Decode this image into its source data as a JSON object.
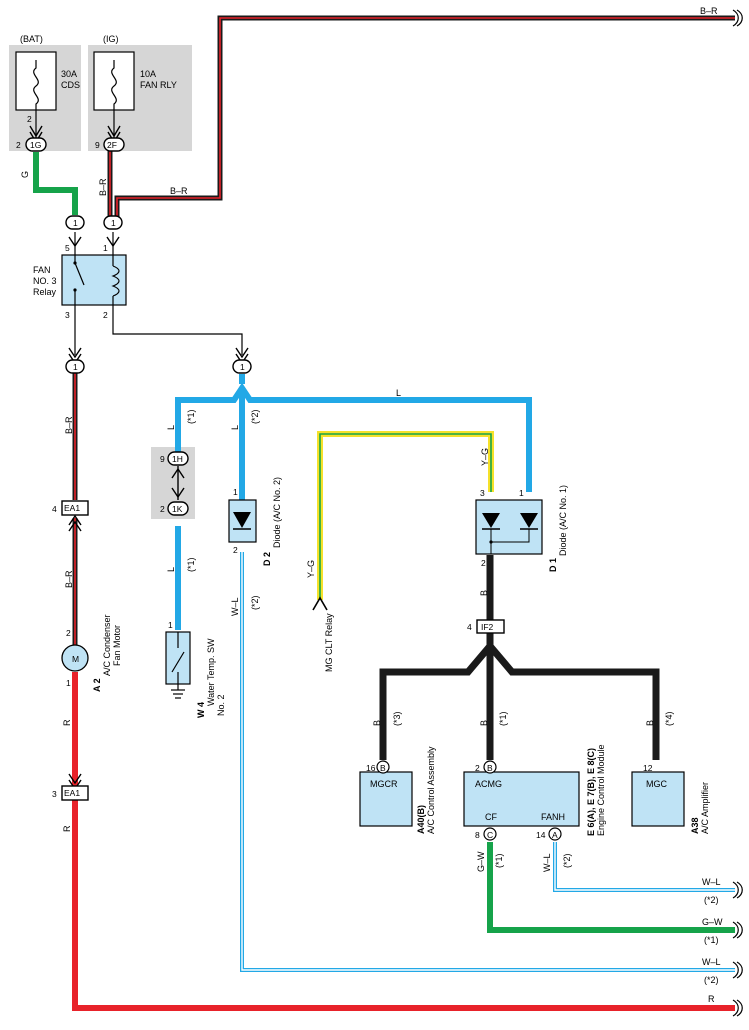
{
  "colors": {
    "black": "#1a1a1a",
    "red": "#e8222a",
    "green": "#16a34a",
    "blue": "#22a8e6",
    "yellow": "#f5e12a",
    "box_fill": "#bfe3f5",
    "shade": "#d6d6d6"
  },
  "power": {
    "bat_label": "(BAT)",
    "ig_label": "(IG)",
    "fuse_cds": "30A\nCDS",
    "fuse_cds_line1": "30A",
    "fuse_cds_line2": "CDS",
    "fuse_fan_line1": "10A",
    "fuse_fan_line2": "FAN RLY",
    "pin_cds_top": "2",
    "pin_cds_conn": "2",
    "conn_1g": "1G",
    "pin_fan_conn": "9",
    "conn_2f": "2F"
  },
  "wires": {
    "b_r": "B–R",
    "g": "G",
    "l": "L",
    "y_g": "Y–G",
    "b": "B",
    "r": "R",
    "w_l": "W–L",
    "g_w": "G–W"
  },
  "notes": {
    "n1": "(*1)",
    "n2": "(*2)",
    "n3": "(*3)",
    "n4": "(*4)"
  },
  "relay": {
    "name_line1": "FAN",
    "name_line2": "NO. 3",
    "name_line3": "Relay",
    "pin5": "5",
    "pin1": "1",
    "pin3": "3",
    "pin2": "2"
  },
  "connectors": {
    "one": "1",
    "ea1": "EA1",
    "pin4": "4",
    "pin3": "3",
    "c1h": "1H",
    "c1k": "1K",
    "pin9": "9",
    "pin2": "2",
    "if2": "IF2"
  },
  "motor": {
    "code": "A 2",
    "name_line1": "A/C Condenser",
    "name_line2": "Fan Motor",
    "symbol": "M",
    "pin2": "2",
    "pin1": "1"
  },
  "water_sw": {
    "code": "W 4",
    "name_line1": "Water Temp. SW",
    "name_line2": "No. 2",
    "pin1": "1"
  },
  "diode2": {
    "code": "D 2",
    "name": "Diode (A/C No. 2)",
    "pin1": "1",
    "pin2": "2"
  },
  "diode1": {
    "code": "D 1",
    "name": "Diode (A/C No. 1)",
    "pin3": "3",
    "pin1": "1",
    "pin2": "2"
  },
  "mg_clt": "MG CLT Relay",
  "ac_control": {
    "code": "A40(B)",
    "name": "A/C Control Assembly",
    "pin": "16",
    "pin_letter": "B",
    "terminal": "MGCR"
  },
  "ecm": {
    "code": "E 6(A), E 7(B), E 8(C)",
    "name": "Engine Control Module",
    "pin_top": "2",
    "pin_top_letter": "B",
    "term_acmg": "ACMG",
    "term_cf": "CF",
    "term_fanh": "FANH",
    "pin_cf": "8",
    "pin_cf_letter": "C",
    "pin_fanh": "14",
    "pin_fanh_letter": "A"
  },
  "ac_amp": {
    "code": "A38",
    "name": "A/C Amplifier",
    "pin": "12",
    "terminal": "MGC"
  }
}
